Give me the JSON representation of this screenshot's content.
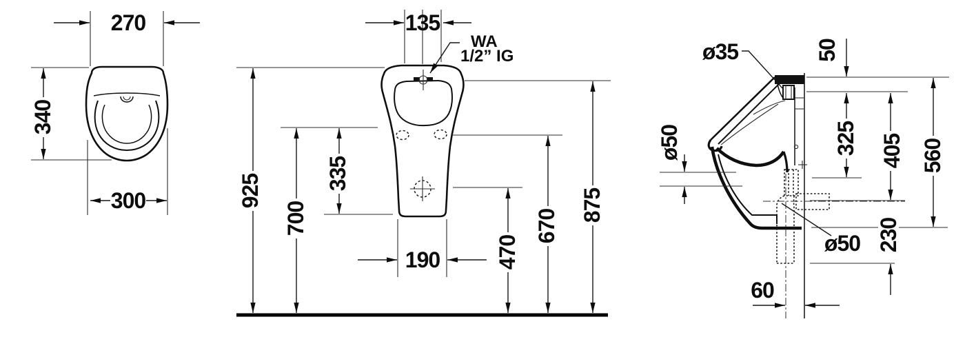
{
  "drawing": {
    "type": "urinal installation dimensional drawing",
    "unit": "mm",
    "plan_view": {
      "width_top": "270",
      "depth": "340",
      "width": "300"
    },
    "front_view": {
      "spreader_width": "135",
      "inlet_label_line1": "WA",
      "inlet_label_line2": "1/2” IG",
      "height_top": "925",
      "height_rim": "700",
      "rim_to_base": "335",
      "base_width": "190",
      "height_outlet": "470",
      "height_bowl_rim": "670",
      "height_inlet": "875"
    },
    "side_view": {
      "inlet_diameter": "ø35",
      "top_to_inlet": "50",
      "outlet_pipe_diameter": "ø50",
      "inlet_to_mount": "325",
      "inlet_to_outlet": "405",
      "top_to_base": "560",
      "outlet_to_pipe_end": "230",
      "drain_pipe_diameter": "ø50",
      "wall_to_drain": "60"
    }
  }
}
